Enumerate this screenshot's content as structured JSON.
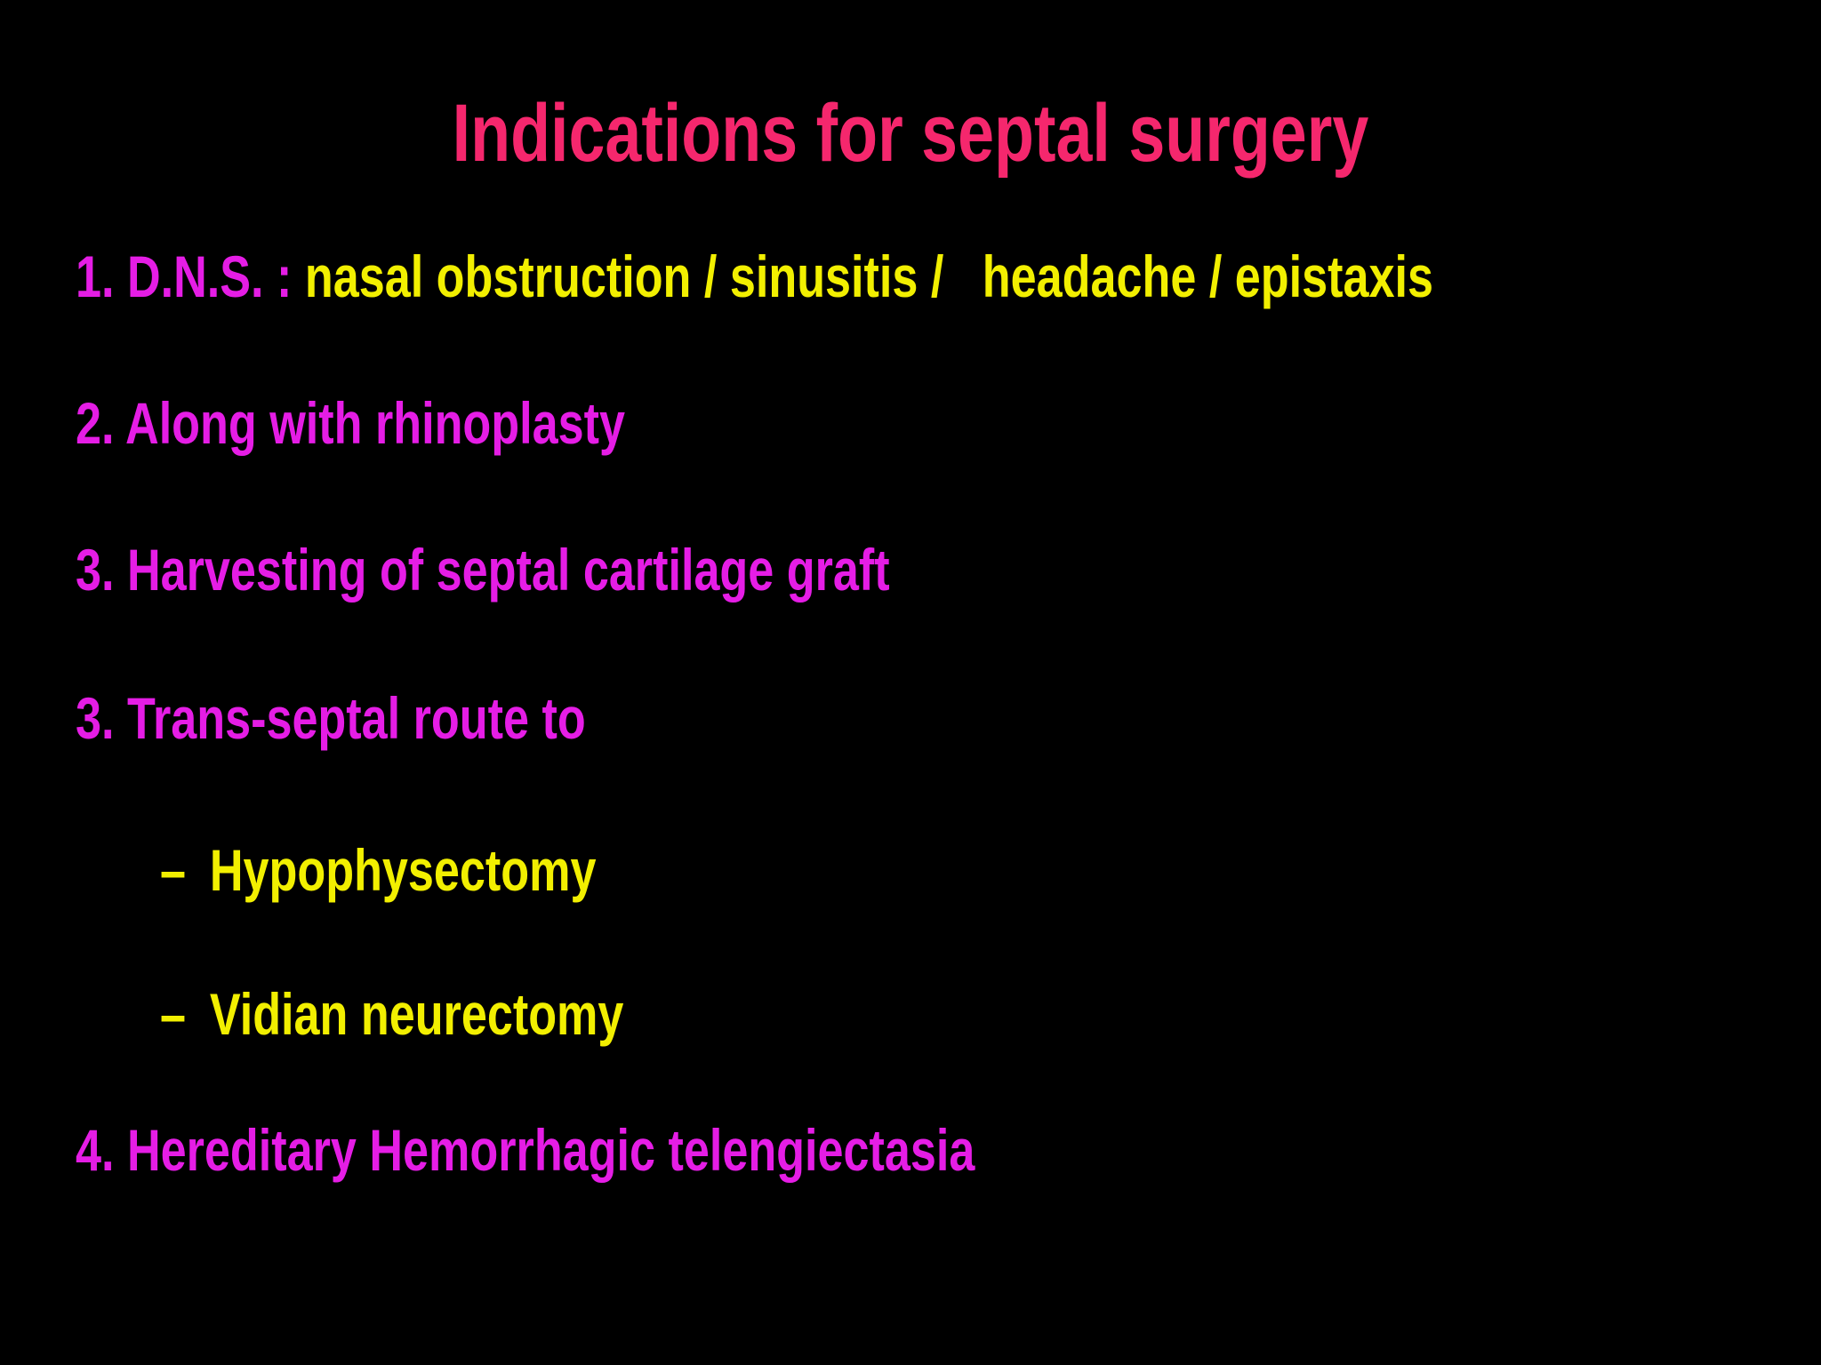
{
  "slide": {
    "title": "Indications for septal surgery",
    "colors": {
      "background": "#000000",
      "title": "#f5276d",
      "magenta": "#e51de5",
      "yellow": "#f2ef00"
    },
    "items": [
      {
        "prefix": "1. D.N.S. : ",
        "detail": "nasal obstruction / sinusitis /   headache / epistaxis"
      },
      {
        "prefix": "2. Along with rhinoplasty"
      },
      {
        "prefix": "3. Harvesting of septal cartilage graft"
      },
      {
        "prefix": "3. Trans-septal route to"
      },
      {
        "prefix": "4. Hereditary Hemorrhagic telengiectasia"
      }
    ],
    "sub_items": [
      {
        "bullet": "–",
        "label": "Hypophysectomy"
      },
      {
        "bullet": "–",
        "label": "Vidian neurectomy"
      }
    ]
  }
}
